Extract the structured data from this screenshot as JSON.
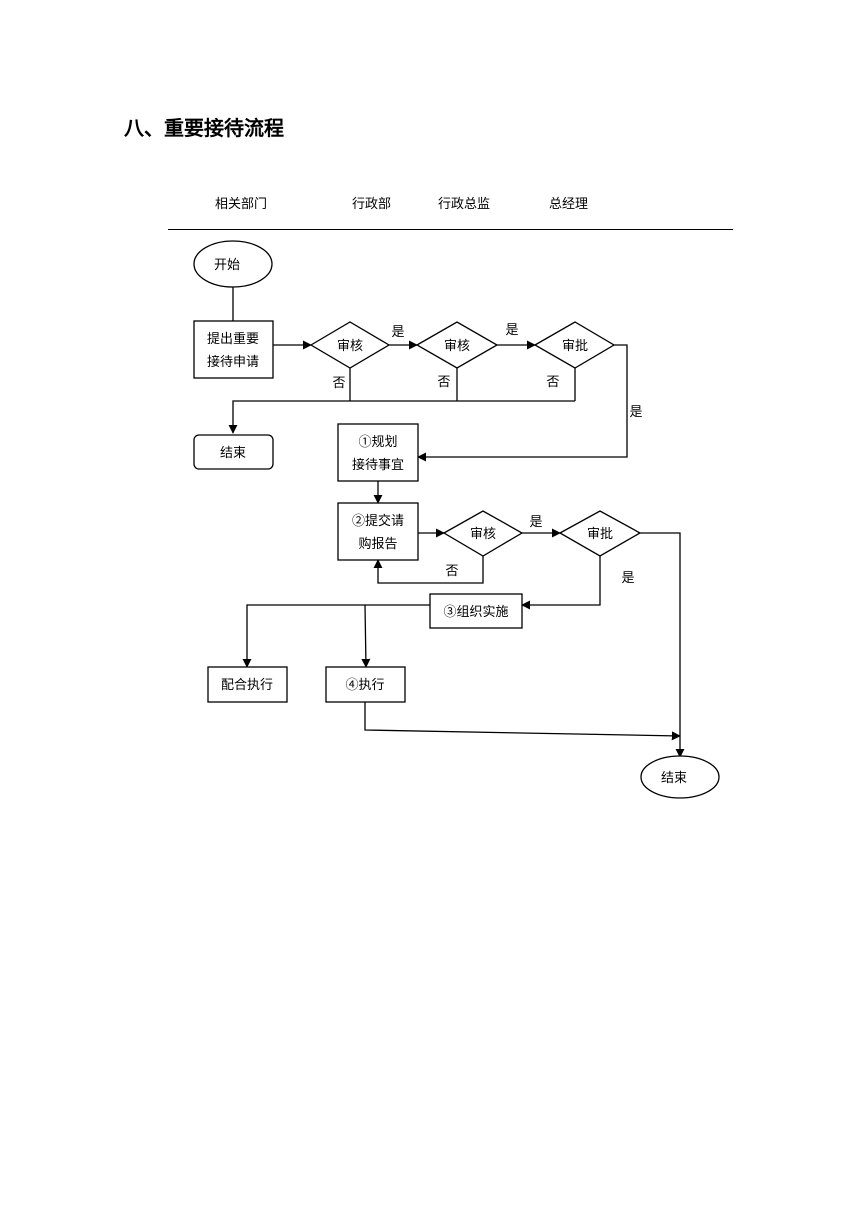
{
  "heading": "八、重要接待流程",
  "columns": [
    "相关部门",
    "行政部",
    "行政总监",
    "总经理"
  ],
  "nodes": {
    "start": "开始",
    "apply_line1": "提出重要",
    "apply_line2": "接待申请",
    "review1": "审核",
    "review2": "审核",
    "approve1": "审批",
    "end_left": "结束",
    "plan_line1": "①规划",
    "plan_line2": "接待事宜",
    "submit_line1": "②提交请",
    "submit_line2": "购报告",
    "review3": "审核",
    "approve2": "审批",
    "organize": "③组织实施",
    "cooperate": "配合执行",
    "execute": "④执行",
    "end_right": "结束"
  },
  "edge_labels": {
    "yes": "是",
    "no": "否"
  }
}
